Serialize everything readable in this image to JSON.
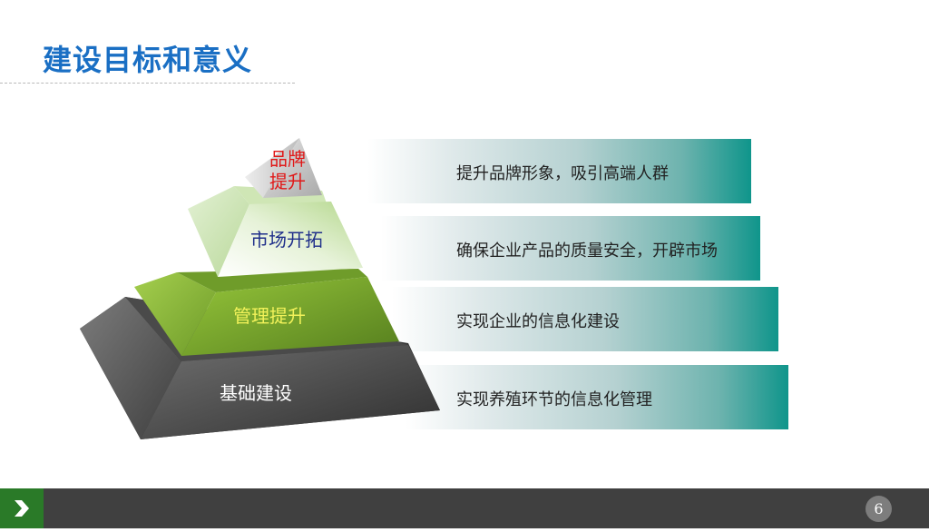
{
  "slide": {
    "title": "建设目标和意义",
    "page_number": "6"
  },
  "pyramid": {
    "tiers": [
      {
        "label_line1": "品牌",
        "label_line2": "提升",
        "label_color": "#e01818",
        "face_color": "#c9c9c9"
      },
      {
        "label": "市场开拓",
        "label_color": "#1f2f8a",
        "face_color": "#d6ecc0"
      },
      {
        "label": "管理提升",
        "label_color": "#f2f25a",
        "face_color": "#7cab2c"
      },
      {
        "label": "基础建设",
        "label_color": "#ffffff",
        "face_color": "#5a5a5a"
      }
    ]
  },
  "bars": [
    {
      "text": "提升品牌形象，吸引高端人群"
    },
    {
      "text": "确保企业产品的质量安全，开辟市场"
    },
    {
      "text": "实现企业的信息化建设"
    },
    {
      "text": "实现养殖环节的信息化管理"
    }
  ],
  "colors": {
    "title": "#1a6fc4",
    "footer_bg": "#404040",
    "footer_tab": "#2a7a28",
    "bar_end": "#0f958b"
  },
  "icons": {
    "footer_arrow": "chevron-right-icon"
  }
}
